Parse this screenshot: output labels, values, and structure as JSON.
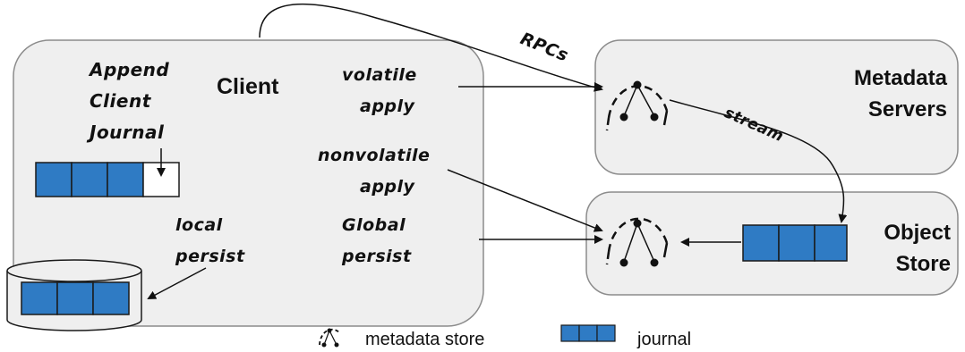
{
  "colors": {
    "box_fill": "#efefef",
    "box_stroke": "#8c8c8c",
    "journal_fill": "#2f7bc4",
    "journal_stroke": "#1a1a1a",
    "arrow": "#111111"
  },
  "client": {
    "title": "Client",
    "append_line1": "Append",
    "append_line2": "Client",
    "append_line3": "Journal",
    "volatile_line1": "volatile",
    "volatile_line2": "apply",
    "nonvolatile_line1": "nonvolatile",
    "nonvolatile_line2": "apply",
    "local_line1": "local",
    "local_line2": "persist",
    "global_line1": "Global",
    "global_line2": "persist"
  },
  "metadata_servers": {
    "line1": "Metadata",
    "line2": "Servers"
  },
  "object_store": {
    "line1": "Object",
    "line2": "Store"
  },
  "edges": {
    "rpcs": "RPCs",
    "stream": "stream"
  },
  "legend": {
    "metadata_store": "metadata store",
    "journal": "journal"
  }
}
